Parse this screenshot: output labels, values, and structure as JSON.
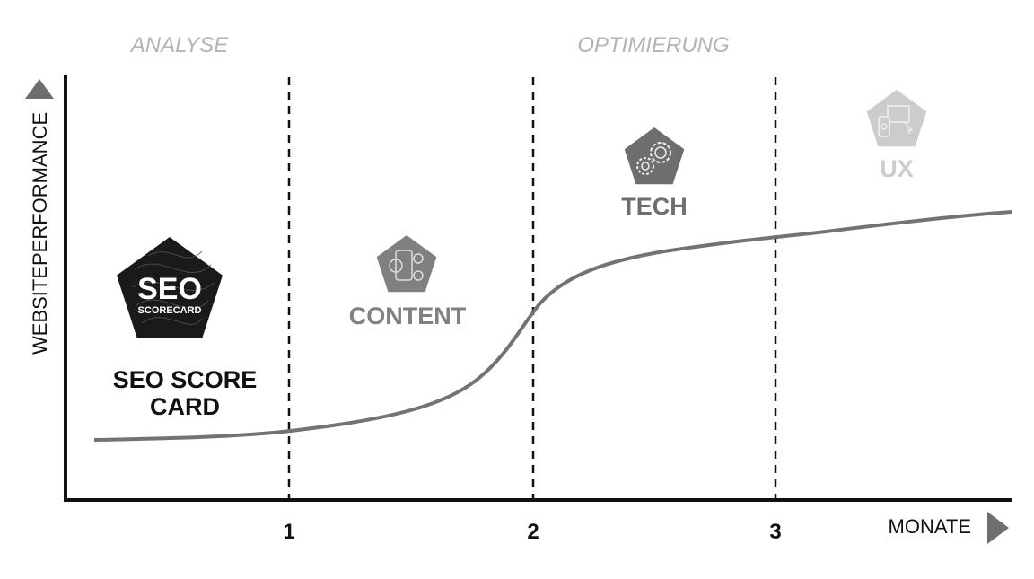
{
  "phases": {
    "analysis": "ANALYSE",
    "optimization": "OPTIMIERUNG"
  },
  "axes": {
    "y_label": "WEBSITEPERFORMANCE",
    "x_label": "MONATE",
    "x_ticks": [
      "1",
      "2",
      "3"
    ]
  },
  "stages": [
    {
      "label_line1": "SEO SCORE",
      "label_line2": "CARD",
      "badge_big": "SEO",
      "badge_small": "SCORECARD",
      "icon": "seo-scorecard-badge",
      "color": "#111111"
    },
    {
      "label": "CONTENT",
      "icon": "content-phone-icon",
      "color": "#808080"
    },
    {
      "label": "TECH",
      "icon": "gears-icon",
      "color": "#6e6e6e"
    },
    {
      "label": "UX",
      "icon": "devices-cursor-icon",
      "color": "#cccccc"
    }
  ],
  "colors": {
    "curve": "#737373",
    "axis": "#111111"
  }
}
